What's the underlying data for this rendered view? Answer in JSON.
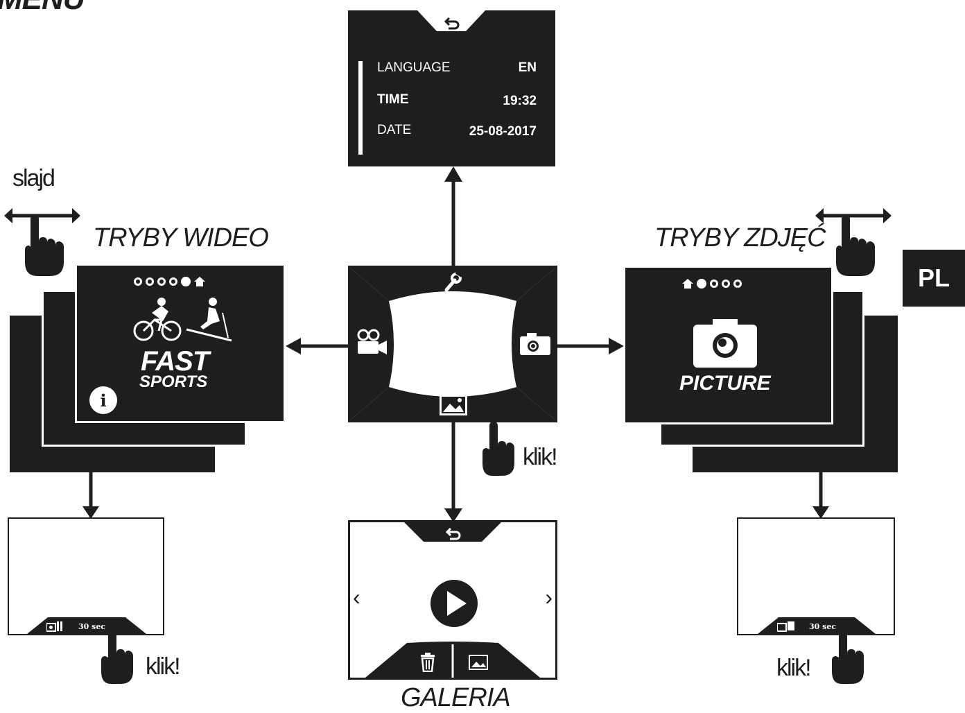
{
  "page": {
    "title": "MENU",
    "lang_badge": "PL"
  },
  "settings_screen": {
    "back_icon": "back-arrow-icon",
    "rows": [
      {
        "label": "LANGUAGE",
        "value": "EN"
      },
      {
        "label": "TIME",
        "value": "19:32"
      },
      {
        "label": "DATE",
        "value": "25-08-2017"
      }
    ]
  },
  "main_menu": {
    "top_icon": "wrench-icon",
    "left_icon": "video-camera-icon",
    "right_icon": "photo-camera-icon",
    "bottom_icon": "gallery-image-icon"
  },
  "video_modes": {
    "heading": "TRYBY WIDEO",
    "gesture_label": "slajd",
    "mode_name_line1": "FAST",
    "mode_name_line2": "SPORTS",
    "info_icon": "info-icon",
    "record_pill": "30 sec",
    "click_label": "klik!"
  },
  "photo_modes": {
    "heading": "TRYBY ZDJĘĆ",
    "mode_name": "PICTURE",
    "record_pill": "30 sec",
    "click_label": "klik!"
  },
  "gallery": {
    "heading": "GALERIA",
    "click_label": "klik!",
    "back_icon": "back-arrow-icon",
    "left_nav": "‹",
    "right_nav": "›",
    "delete_icon": "trash-icon",
    "image_icon": "image-icon"
  },
  "colors": {
    "ink": "#1e1e1e",
    "paper": "#ffffff"
  }
}
